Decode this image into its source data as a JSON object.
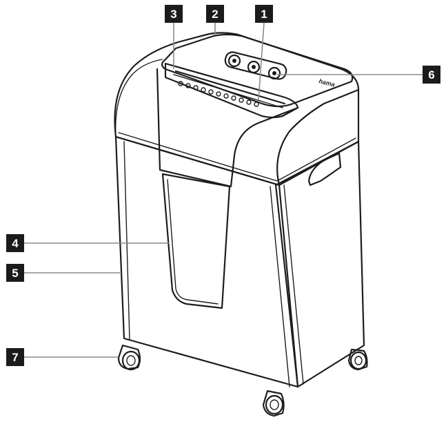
{
  "callouts": {
    "c1": "1",
    "c2": "2",
    "c3": "3",
    "c4": "4",
    "c5": "5",
    "c6": "6",
    "c7": "7"
  },
  "brand_logo": "hama",
  "colors": {
    "outline": "#1c1c1c",
    "leader_line": "#8a8a8a",
    "callout_box": "#1b1b1b",
    "background": "#ffffff"
  }
}
